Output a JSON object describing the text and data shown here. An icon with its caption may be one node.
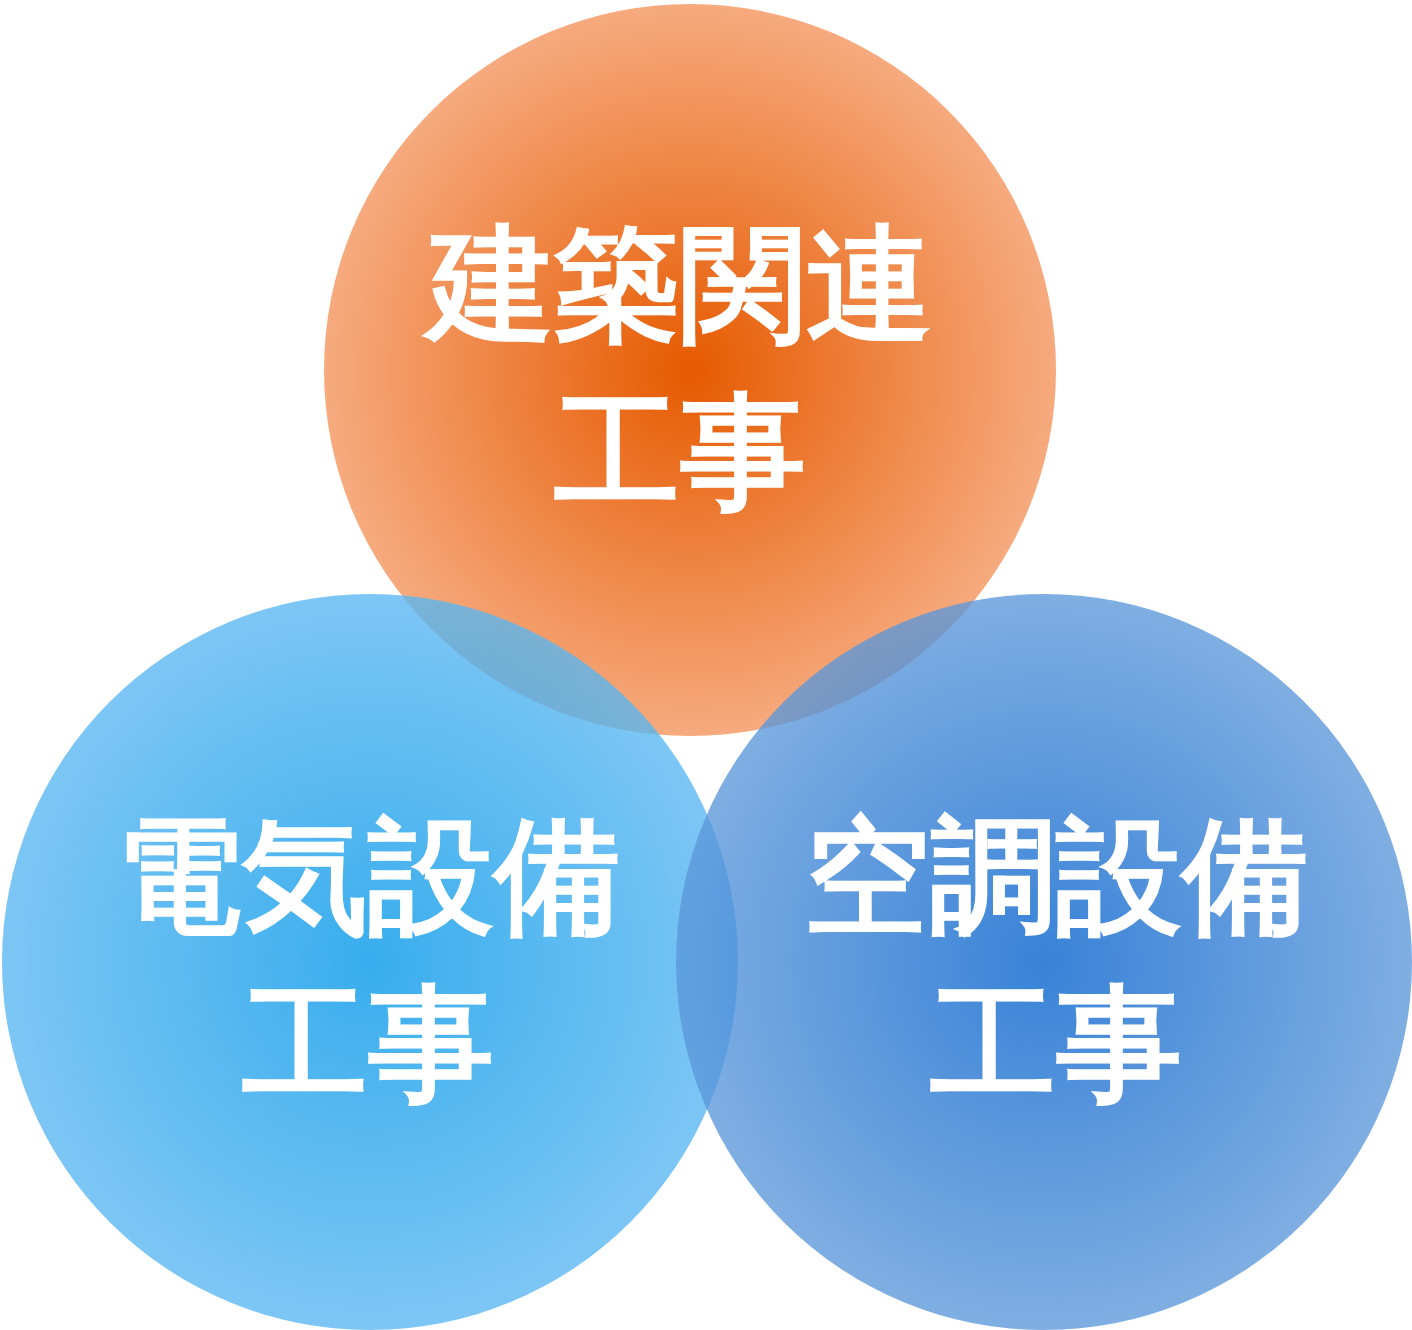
{
  "diagram": {
    "nodes": [
      {
        "text": [
          "建築関連工事"
        ]
      },
      {
        "text": [
          "電気設備工事"
        ]
      },
      {
        "text": [
          "空調設備工事"
        ]
      }
    ]
  }
}
